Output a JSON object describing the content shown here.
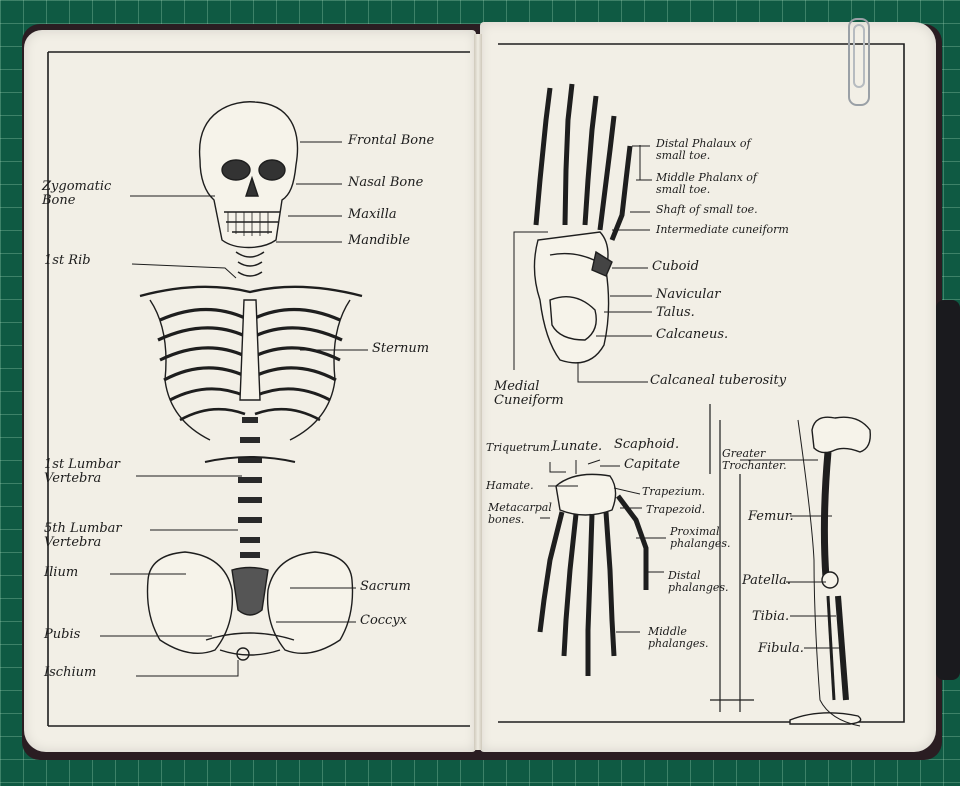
{
  "left_page": {
    "skeleton_labels": [
      {
        "id": "frontal",
        "text": "Frontal Bone"
      },
      {
        "id": "nasal",
        "text": "Nasal Bone"
      },
      {
        "id": "maxilla",
        "text": "Maxilla"
      },
      {
        "id": "mandible",
        "text": "Mandible"
      },
      {
        "id": "zygomatic",
        "text": "Zygomatic\nBone"
      },
      {
        "id": "rib1",
        "text": "1st Rib"
      },
      {
        "id": "sternum",
        "text": "Sternum"
      },
      {
        "id": "l1",
        "text": "1st Lumbar\nVertebra"
      },
      {
        "id": "l5",
        "text": "5th Lumbar\nVertebra"
      },
      {
        "id": "ilium",
        "text": "Ilium"
      },
      {
        "id": "sacrum",
        "text": "Sacrum"
      },
      {
        "id": "coccyx",
        "text": "Coccyx"
      },
      {
        "id": "pubis",
        "text": "Pubis"
      },
      {
        "id": "ischium",
        "text": "Ischium"
      }
    ]
  },
  "right_page": {
    "foot_labels": [
      {
        "id": "distal",
        "text": "Distal Phalaux of\nsmall toe."
      },
      {
        "id": "middle",
        "text": "Middle Phalanx of\nsmall toe."
      },
      {
        "id": "shaft",
        "text": "Shaft of small toe."
      },
      {
        "id": "intermediate",
        "text": "Intermediate cuneiform"
      },
      {
        "id": "cuboid",
        "text": "Cuboid"
      },
      {
        "id": "navicular",
        "text": "Navicular"
      },
      {
        "id": "talus",
        "text": "Talus."
      },
      {
        "id": "calcaneus",
        "text": "Calcaneus."
      },
      {
        "id": "tuberosity",
        "text": "Calcaneal tuberosity"
      },
      {
        "id": "medial",
        "text": "Medial\nCuneiform"
      }
    ],
    "hand_labels": [
      {
        "id": "triquetrum",
        "text": "Triquetrum."
      },
      {
        "id": "lunate",
        "text": "Lunate."
      },
      {
        "id": "scaphoid",
        "text": "Scaphoid."
      },
      {
        "id": "capitate",
        "text": "Capitate"
      },
      {
        "id": "hamate",
        "text": "Hamate."
      },
      {
        "id": "trapezium",
        "text": "Trapezium."
      },
      {
        "id": "trapezoid",
        "text": "Trapezoid."
      },
      {
        "id": "metacarpal",
        "text": "Metacarpal\nbones."
      },
      {
        "id": "proximal",
        "text": "Proximal\nphalanges."
      },
      {
        "id": "distal_ph",
        "text": "Distal\nphalanges."
      },
      {
        "id": "middle_ph",
        "text": "Middle\nphalanges."
      }
    ],
    "leg_labels": [
      {
        "id": "greater",
        "text": "Greater\nTrochanter."
      },
      {
        "id": "femur",
        "text": "Femur."
      },
      {
        "id": "patella",
        "text": "Patella."
      },
      {
        "id": "tibia",
        "text": "Tibia."
      },
      {
        "id": "fibula",
        "text": "Fibula."
      }
    ]
  }
}
